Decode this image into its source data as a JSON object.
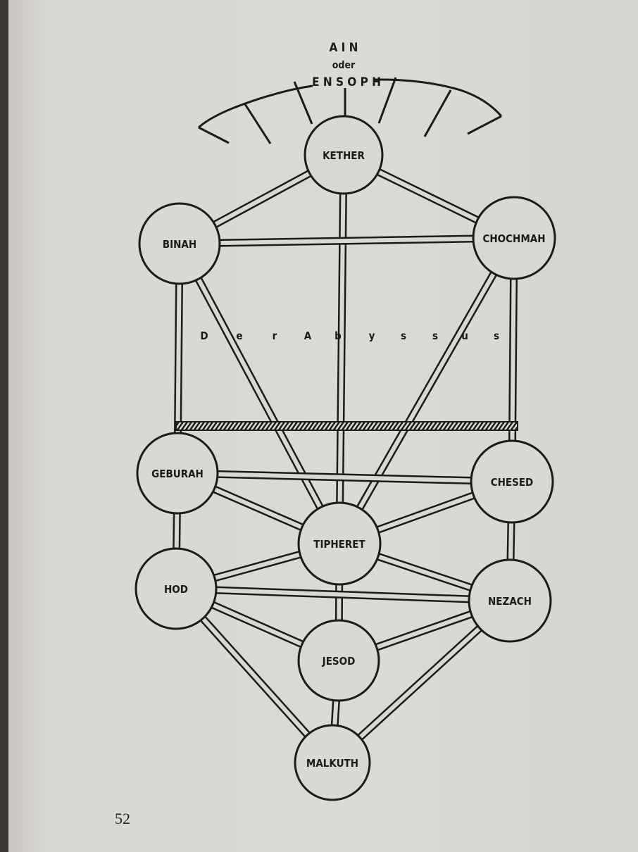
{
  "header": {
    "line1": "A I N",
    "line2": "oder",
    "line3": "E N S O P H"
  },
  "abyss_label": "D e r A b y s s u s",
  "abyss_letters": [
    "D",
    "e",
    "r",
    "A",
    "b",
    "y",
    "s",
    "s",
    "u",
    "s"
  ],
  "sephirot": [
    {
      "id": "kether",
      "label": "KETHER"
    },
    {
      "id": "binah",
      "label": "BINAH"
    },
    {
      "id": "chochmah",
      "label": "CHOCHMAH"
    },
    {
      "id": "geburah",
      "label": "GEBURAH"
    },
    {
      "id": "chesed",
      "label": "CHESED"
    },
    {
      "id": "tipheret",
      "label": "TIPHERET"
    },
    {
      "id": "hod",
      "label": "HOD"
    },
    {
      "id": "nezach",
      "label": "NEZACH"
    },
    {
      "id": "jesod",
      "label": "JESOD"
    },
    {
      "id": "malkuth",
      "label": "MALKUTH"
    }
  ],
  "paths": [
    [
      "kether",
      "binah"
    ],
    [
      "kether",
      "chochmah"
    ],
    [
      "kether",
      "tipheret"
    ],
    [
      "binah",
      "chochmah"
    ],
    [
      "binah",
      "geburah"
    ],
    [
      "binah",
      "tipheret"
    ],
    [
      "chochmah",
      "chesed"
    ],
    [
      "chochmah",
      "tipheret"
    ],
    [
      "geburah",
      "chesed"
    ],
    [
      "geburah",
      "tipheret"
    ],
    [
      "chesed",
      "tipheret"
    ],
    [
      "geburah",
      "hod"
    ],
    [
      "chesed",
      "nezach"
    ],
    [
      "tipheret",
      "hod"
    ],
    [
      "tipheret",
      "nezach"
    ],
    [
      "tipheret",
      "jesod"
    ],
    [
      "hod",
      "nezach"
    ],
    [
      "hod",
      "jesod"
    ],
    [
      "nezach",
      "jesod"
    ],
    [
      "hod",
      "malkuth"
    ],
    [
      "nezach",
      "malkuth"
    ],
    [
      "jesod",
      "malkuth"
    ]
  ],
  "page_number": "52",
  "colors": {
    "ink": "#1d1b19",
    "paper": "#dad8d3"
  }
}
